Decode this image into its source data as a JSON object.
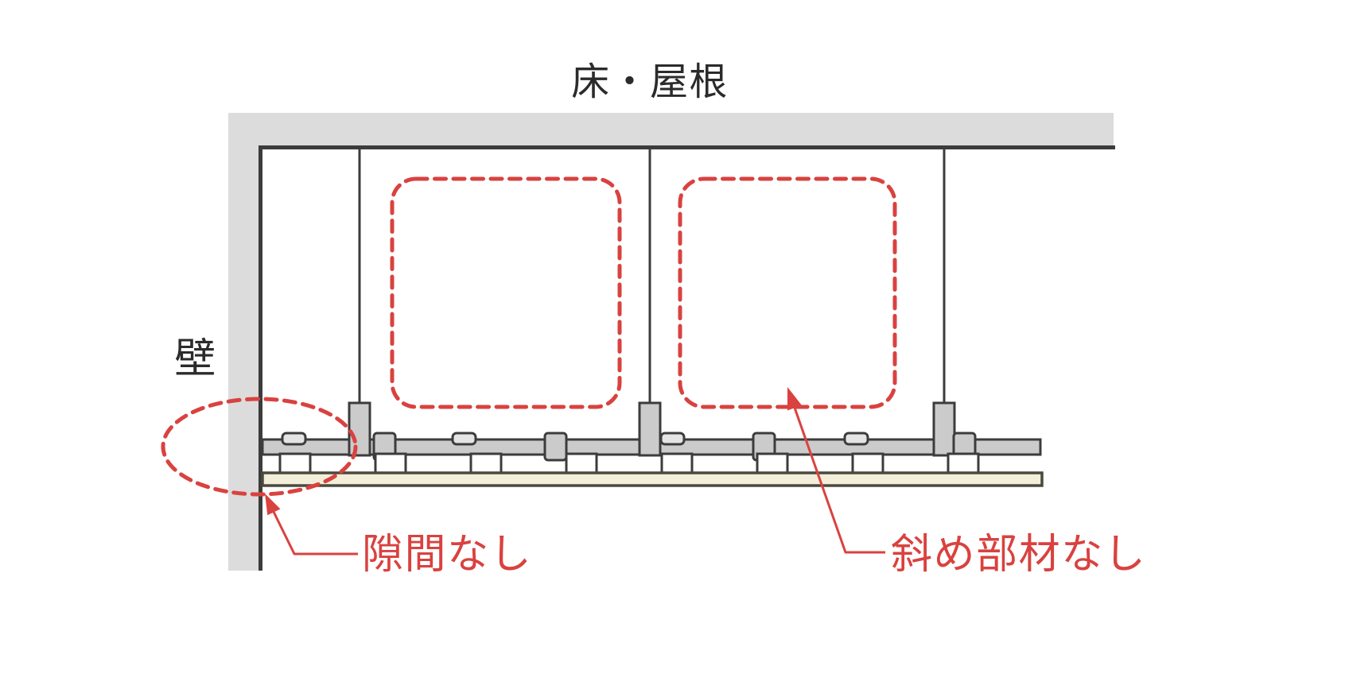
{
  "labels": {
    "floor_roof": "床・屋根",
    "wall": "壁",
    "no_gap": "隙間なし",
    "no_diagonal_member": "斜め部材なし"
  },
  "colors": {
    "red": "#d9423f",
    "slab_gray": "#dcdcdc",
    "member_gray": "#cbcbcb",
    "clip_gray": "#e4e4e4",
    "outline": "#3c3c3c",
    "board_fill": "#f3eed9",
    "board_outline": "#4a493f",
    "label_black": "#2b2b2b",
    "background": "#ffffff"
  }
}
